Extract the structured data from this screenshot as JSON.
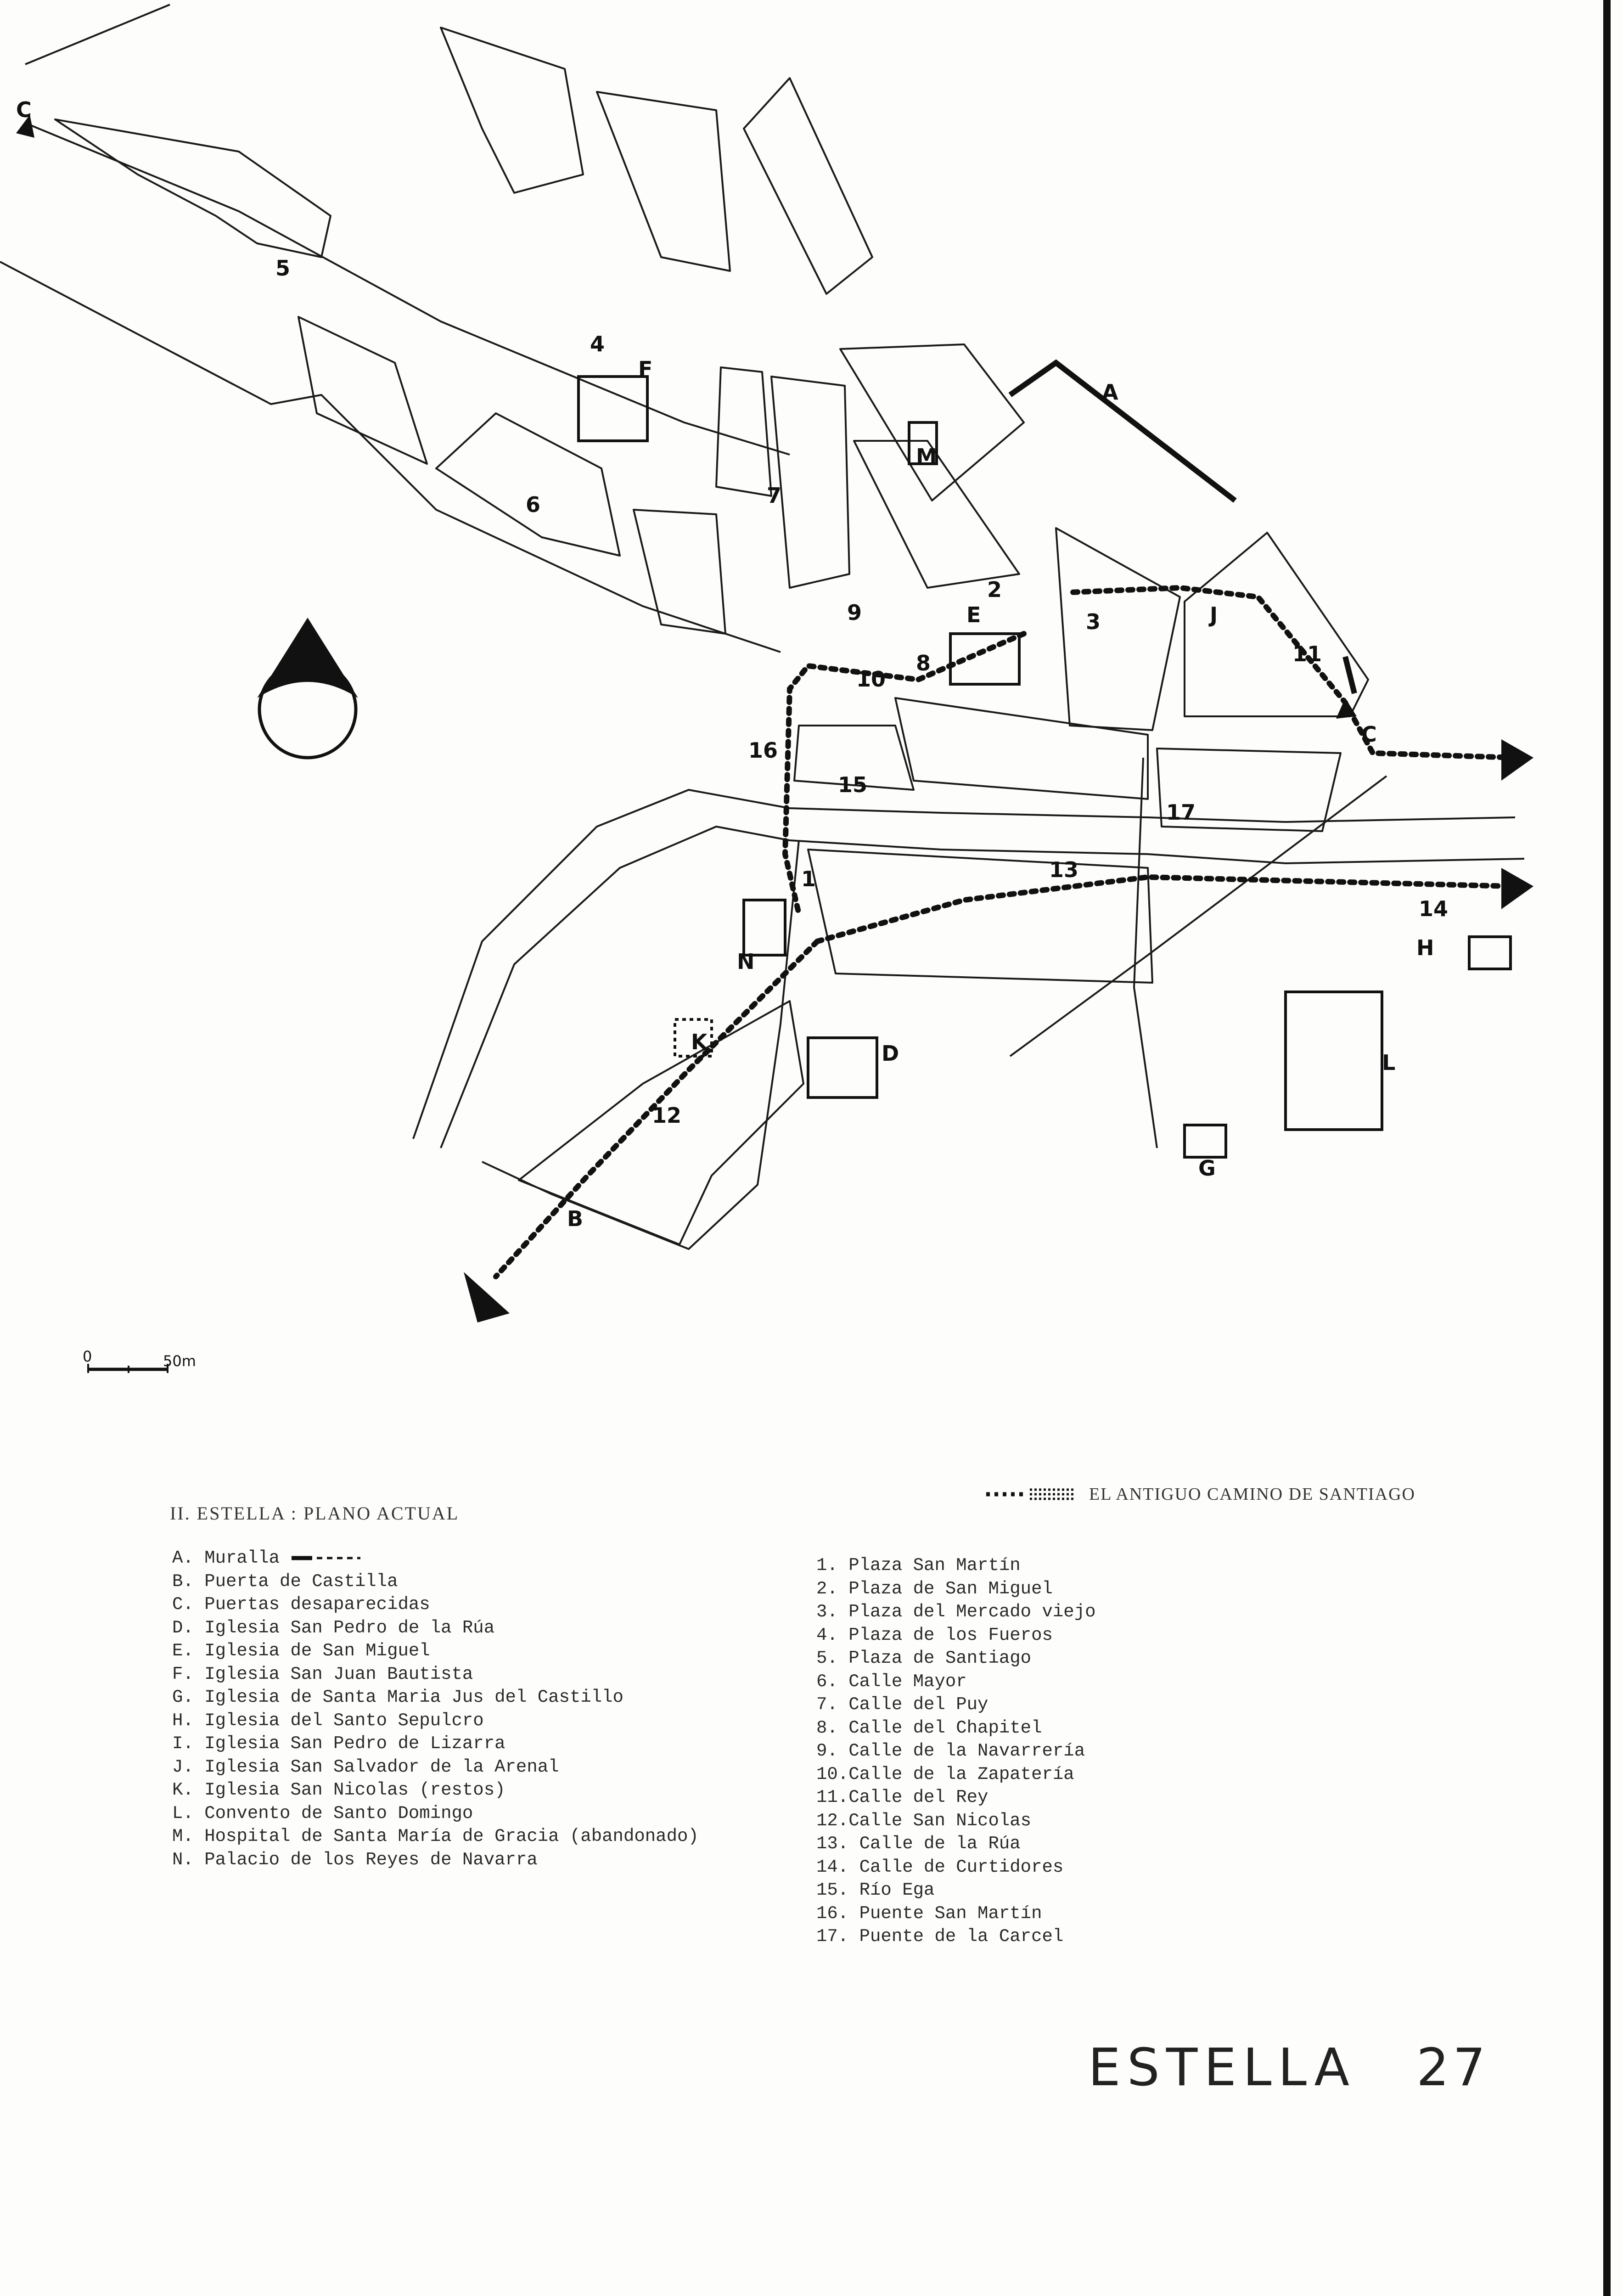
{
  "map": {
    "block_labels": {
      "c_nw": "C",
      "c_e": "C",
      "a": "A",
      "b": "B",
      "d": "D",
      "e": "E",
      "f": "F",
      "g": "G",
      "h": "H",
      "j": "J",
      "k": "K",
      "l": "L",
      "m": "M",
      "n": "N",
      "n1": "1",
      "n2": "2",
      "n3": "3",
      "n4": "4",
      "n5": "5",
      "n6": "6",
      "n7": "7",
      "n8": "8",
      "n9": "9",
      "n10": "10",
      "n11": "11",
      "n12": "12",
      "n13": "13",
      "n14": "14",
      "n15": "15",
      "n16": "16",
      "n17": "17"
    },
    "scale": {
      "zero": "0",
      "fifty": "50m"
    },
    "north_arrow_icon": "north-arrow-icon",
    "exit_arrow_icon": "exit-arrow-icon",
    "ink_color": "#111111"
  },
  "caption": {
    "title": "II. ESTELLA : PLANO ACTUAL",
    "route_label": "EL ANTIGUO CAMINO DE SANTIAGO"
  },
  "legend_letters": [
    "A. Muralla",
    "B. Puerta de Castilla",
    "C. Puertas desaparecidas",
    "D. Iglesia San Pedro de la Rúa",
    "E. Iglesia de San Miguel",
    "F. Iglesia San Juan Bautista",
    "G. Iglesia de Santa Maria Jus del Castillo",
    "H. Iglesia del Santo Sepulcro",
    "I. Iglesia San Pedro de Lizarra",
    "J. Iglesia San Salvador de la Arenal",
    "K. Iglesia San Nicolas (restos)",
    "L. Convento de Santo Domingo",
    "M. Hospital de Santa María de Gracia (abandonado)",
    "N. Palacio de los Reyes de Navarra"
  ],
  "legend_numbers": [
    "1. Plaza San Martín",
    "2. Plaza de San Miguel",
    "3. Plaza del Mercado viejo",
    "4. Plaza de los Fueros",
    "5. Plaza de Santiago",
    "6. Calle Mayor",
    "7. Calle del Puy",
    "8. Calle del Chapitel",
    "9. Calle de la Navarrería",
    "10.Calle de la Zapatería",
    "11.Calle del Rey",
    "12.Calle San Nicolas",
    "13. Calle de la Rúa",
    "14. Calle de Curtidores",
    "15. Río Ega",
    "16. Puente San Martín",
    "17. Puente de la Carcel"
  ],
  "footer": {
    "title": "ESTELLA",
    "page_number": "27"
  }
}
